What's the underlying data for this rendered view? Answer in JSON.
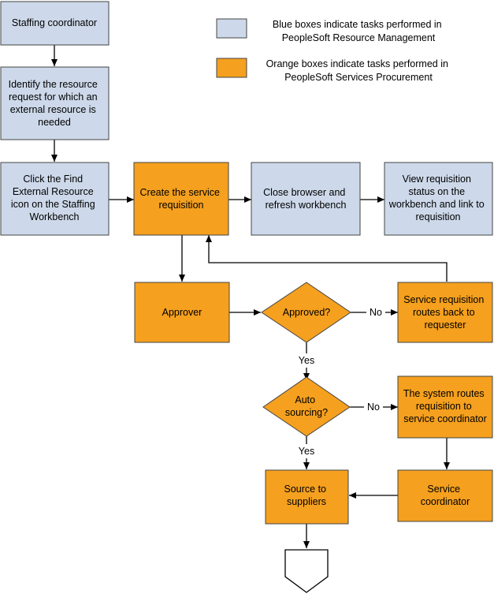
{
  "colors": {
    "blue_fill": "#cdd9ea",
    "orange_fill": "#f5a01e",
    "stroke": "#444444"
  },
  "legend": {
    "blue_lines": [
      "Blue boxes indicate tasks performed in",
      "PeopleSoft Resource Management"
    ],
    "orange_lines": [
      "Orange boxes indicate tasks performed in",
      "PeopleSoft Services Procurement"
    ]
  },
  "boxes": {
    "staffing_coordinator": [
      "Staffing coordinator"
    ],
    "identify_request": [
      "Identify the resource",
      "request for which an",
      "external resource is",
      "needed"
    ],
    "find_external": [
      "Click the Find",
      "External Resource",
      "icon on the Staffing",
      "Workbench"
    ],
    "create_requisition": [
      "Create the service",
      "requisition"
    ],
    "close_browser": [
      "Close browser and",
      "refresh workbench"
    ],
    "view_status": [
      "View requisition",
      "status on the",
      "workbench and link to",
      "requisition"
    ],
    "approver": [
      "Approver"
    ],
    "routes_back": [
      "Service requisition",
      "routes back to",
      "requester"
    ],
    "routes_coordinator": [
      "The system routes",
      "requisition to",
      "service coordinator"
    ],
    "service_coordinator": [
      "Service",
      "coordinator"
    ],
    "source_suppliers": [
      "Source to",
      "suppliers"
    ]
  },
  "decisions": {
    "approved": [
      "Approved?"
    ],
    "auto_sourcing": [
      "Auto",
      "sourcing?"
    ]
  },
  "edge_labels": {
    "approved_no": "No",
    "approved_yes": "Yes",
    "auto_no": "No",
    "auto_yes": "Yes"
  }
}
